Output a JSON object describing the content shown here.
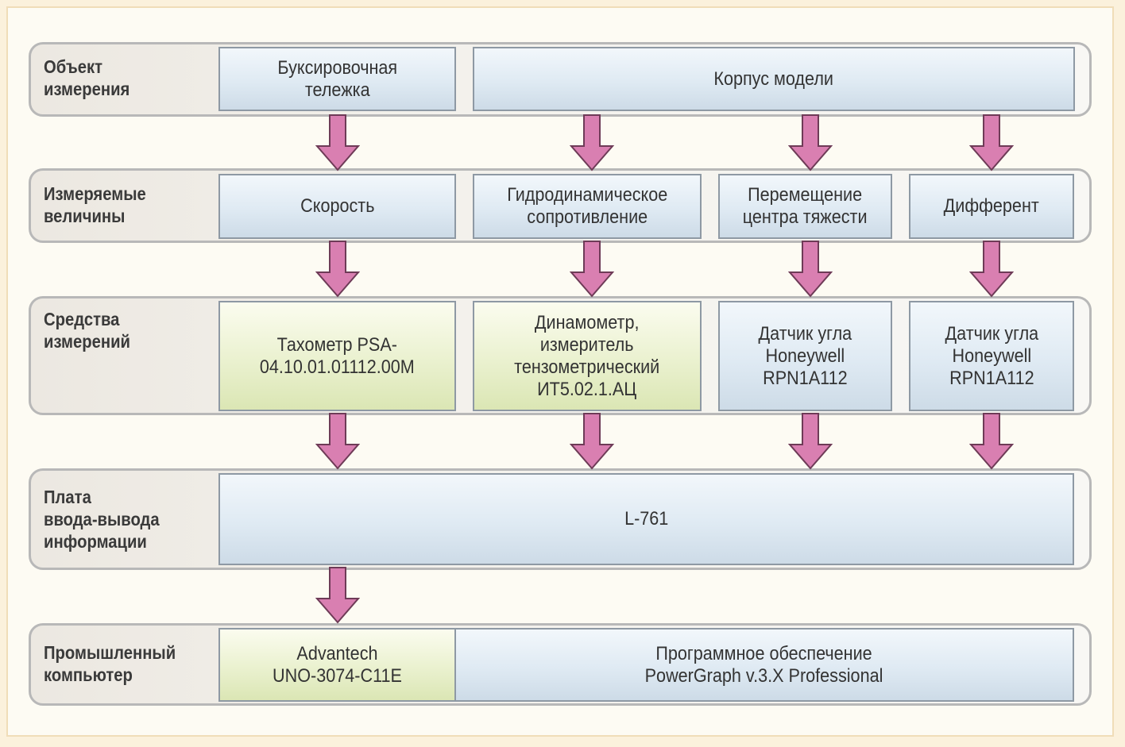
{
  "colors": {
    "page_background": "#fbf1dc",
    "frame_background": "#fdfbf3",
    "blue_box": "#dfeaf3",
    "green_box": "#eaf1cf",
    "arrow_fill": "#d97fb1",
    "arrow_stroke": "#6e3b57"
  },
  "rows": [
    {
      "label": "Объект\nизмерения",
      "boxes": [
        {
          "text": "Буксировочная\nтележка",
          "style": "blue"
        },
        {
          "text": "Корпус модели",
          "style": "blue"
        }
      ]
    },
    {
      "label": "Измеряемые\nвеличины",
      "boxes": [
        {
          "text": "Скорость",
          "style": "blue"
        },
        {
          "text": "Гидродинамическое\nсопротивление",
          "style": "blue"
        },
        {
          "text": "Перемещение\nцентра тяжести",
          "style": "blue"
        },
        {
          "text": "Дифферент",
          "style": "blue"
        }
      ]
    },
    {
      "label": "Средства\nизмерений",
      "boxes": [
        {
          "text": "Тахометр PSA-\n04.10.01.01112.00M",
          "style": "green"
        },
        {
          "text": "Динамометр,\nизмеритель\nтензометрический\nИТ5.02.1.АЦ",
          "style": "green"
        },
        {
          "text": "Датчик угла\nHoneywell\nRPN1A112",
          "style": "blue"
        },
        {
          "text": "Датчик угла\nHoneywell\nRPN1A112",
          "style": "blue"
        }
      ]
    },
    {
      "label": "Плата\nввода-вывода\nинформации",
      "boxes": [
        {
          "text": "L-761",
          "style": "blue"
        }
      ]
    },
    {
      "label": "Промышленный\nкомпьютер",
      "boxes": [
        {
          "text": "Advantech\nUNO-3074-C11E",
          "style": "green"
        },
        {
          "text": "Программное обеспечение\nPowerGraph v.3.X Professional",
          "style": "blue"
        }
      ]
    }
  ]
}
